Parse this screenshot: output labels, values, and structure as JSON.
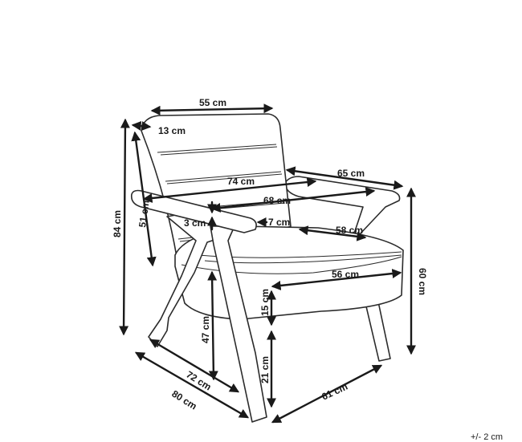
{
  "product": "armchair-dimension-drawing",
  "dimensions": {
    "back_width": "55 cm",
    "frame_side": "13 cm",
    "overall_width": "74 cm",
    "armrest_depth": "65 cm",
    "inner_width": "68 cm",
    "arm_thickness": "3 cm",
    "arm_width": "7 cm",
    "seat_depth": "58 cm",
    "seat_width": "56 cm",
    "overall_height": "84 cm",
    "backrest_height": "51 cm",
    "seat_height": "47 cm",
    "cushion_height": "15 cm",
    "leg_clearance": "21 cm",
    "total_depth": "80 cm",
    "base_depth": "72 cm",
    "base_width": "61 cm",
    "arm_height": "60 cm"
  },
  "tolerance": "+/- 2 cm",
  "colors": {
    "line": "#2b2b2b",
    "background": "#ffffff"
  }
}
